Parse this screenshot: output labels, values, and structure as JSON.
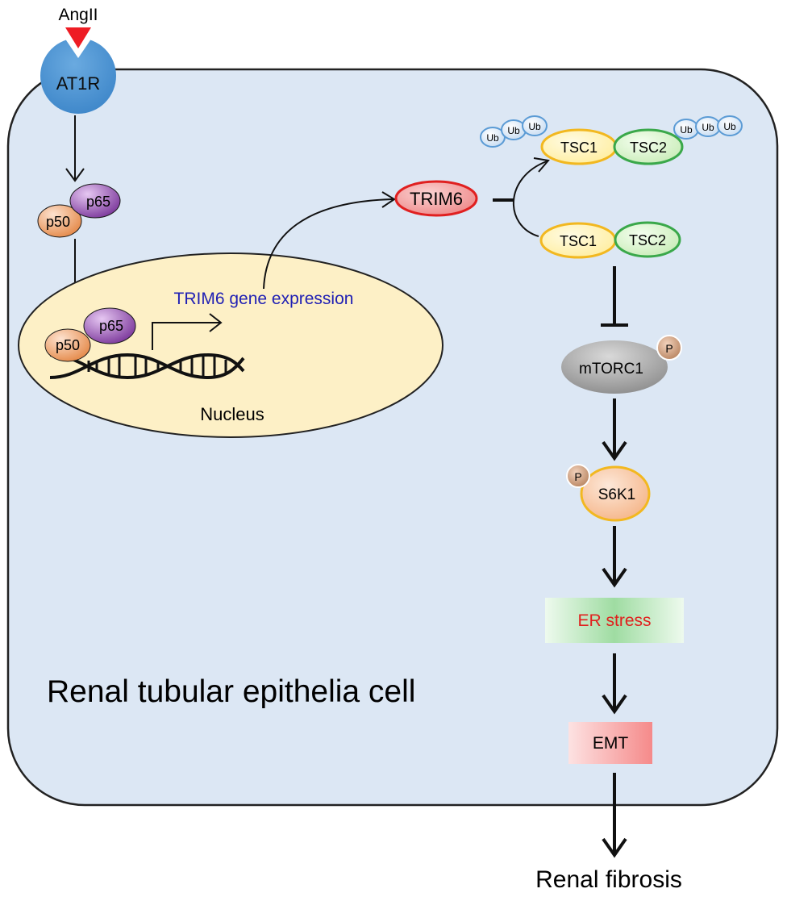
{
  "ligand": {
    "label": "AngII"
  },
  "receptor": {
    "label": "AT1R"
  },
  "cell": {
    "label": "Renal tubular epithelia cell"
  },
  "nucleus": {
    "label": "Nucleus"
  },
  "nfkb_cytoplasm": {
    "p65": "p65",
    "p50": "p50"
  },
  "nfkb_nucleus": {
    "p65": "p65",
    "p50": "p50"
  },
  "gene_expression": {
    "label": "TRIM6 gene expression",
    "color": "#1f1fb4"
  },
  "trim6": {
    "label": "TRIM6"
  },
  "ubiquitinated_complex": {
    "tsc1": "TSC1",
    "tsc2": "TSC2",
    "ub": "Ub"
  },
  "tsc_complex": {
    "tsc1": "TSC1",
    "tsc2": "TSC2"
  },
  "mtorc1": {
    "label": "mTORC1",
    "phospho": "P"
  },
  "s6k1": {
    "label": "S6K1",
    "phospho": "P"
  },
  "er_stress": {
    "label": "ER stress",
    "color": "#e0201e"
  },
  "emt": {
    "label": "EMT"
  },
  "outcome": {
    "label": "Renal fibrosis"
  },
  "colors": {
    "cell_fill": "#dce7f4",
    "nucleus_fill": "#fdf0c6",
    "receptor": "#5b9bd5",
    "ligand": "#ee1c24",
    "trim6_fill": "#f5a3a3",
    "trim6_stroke": "#e02020",
    "tsc1_fill": "#fff4b3",
    "tsc1_stroke": "#f2b820",
    "tsc2_fill": "#dff5d3",
    "tsc2_stroke": "#3aa84a"
  }
}
